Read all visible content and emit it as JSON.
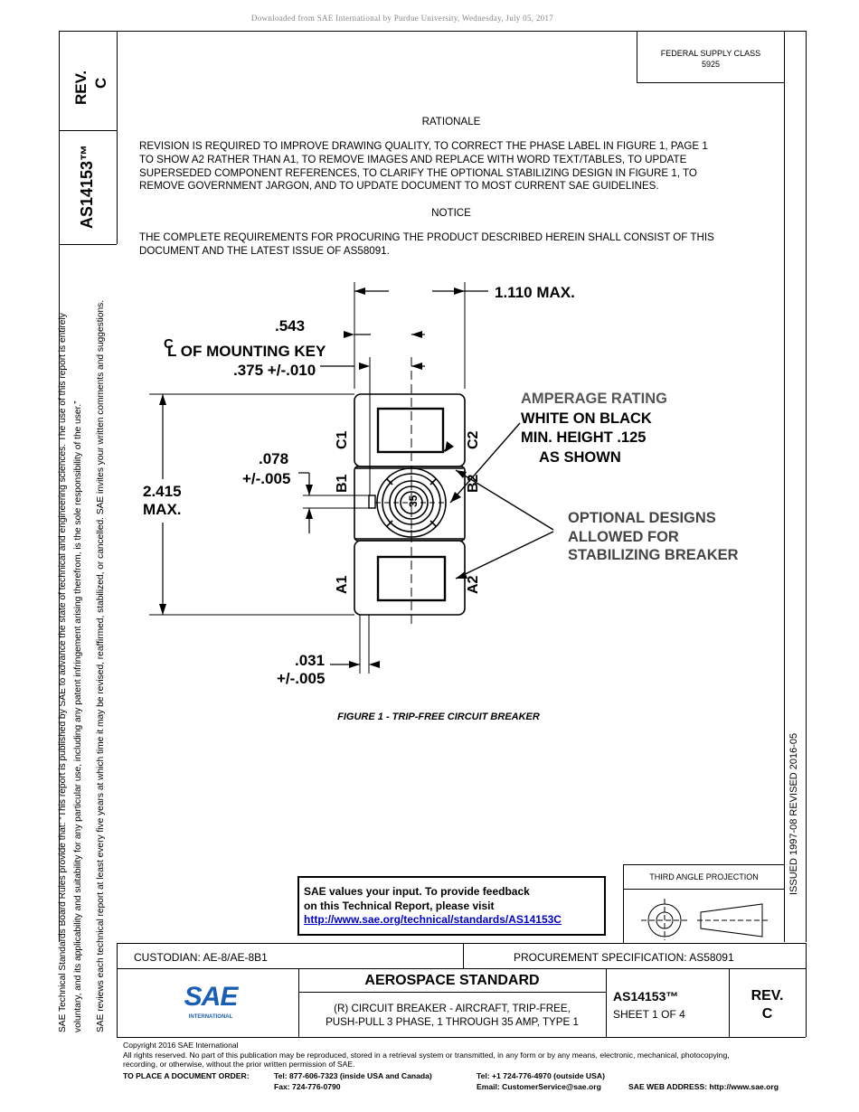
{
  "download_notice": "Downloaded from SAE International by Purdue University, Wednesday, July 05, 2017",
  "header": {
    "federal_supply_class_label": "FEDERAL SUPPLY CLASS",
    "federal_supply_class_value": "5925",
    "rev_label": "REV.",
    "rev_value": "C",
    "doc_number": "AS14153™"
  },
  "side_notes": {
    "line1": "SAE Technical Standards Board Rules provide that: “This report is published by SAE to advance the state of technical and engineering sciences. The use of this report is entirely",
    "line2": "voluntary, and its applicability and suitability for any particular use, including any patent infringement arising therefrom, is the sole responsibility of the user.”",
    "line3": "SAE reviews each technical report at least every five years at which time it may be revised, reaffirmed, stabilized, or cancelled. SAE invites your written comments and suggestions."
  },
  "issued_revised": "ISSUED 1997-08     REVISED 2016-05",
  "rationale": {
    "heading": "RATIONALE",
    "lines": [
      "REVISION IS REQUIRED TO IMPROVE DRAWING QUALITY, TO CORRECT THE PHASE LABEL IN FIGURE 1, PAGE 1",
      "TO SHOW A2 RATHER THAN A1, TO REMOVE IMAGES AND REPLACE WITH WORD TEXT/TABLES, TO UPDATE",
      "SUPERSEDED COMPONENT REFERENCES, TO CLARIFY THE OPTIONAL STABILIZING DESIGN IN FIGURE 1, TO",
      "REMOVE GOVERNMENT JARGON, AND TO UPDATE DOCUMENT TO MOST CURRENT SAE GUIDELINES."
    ]
  },
  "notice": {
    "heading": "NOTICE",
    "lines": [
      "THE COMPLETE REQUIREMENTS FOR PROCURING THE PRODUCT DESCRIBED HEREIN SHALL CONSIST OF THIS",
      "DOCUMENT AND THE LATEST ISSUE OF AS58091."
    ]
  },
  "figure": {
    "caption": "FIGURE 1 - TRIP-FREE CIRCUIT BREAKER",
    "dim_width": "1.110 MAX.",
    "dim_543": ".543",
    "cl_symbol": "C",
    "mounting_key_label": "L OF MOUNTING KEY",
    "mounting_key_dim": ".375 +/-.010",
    "dim_078": ".078",
    "tol_005_a": "+/-.005",
    "dim_height_1": "2.415",
    "dim_height_2": "MAX.",
    "dim_031": ".031",
    "tol_005_b": "+/-.005",
    "amperage_lines": [
      "AMPERAGE RATING",
      "WHITE ON BLACK",
      "MIN. HEIGHT .125",
      "AS SHOWN"
    ],
    "optional_lines": [
      "OPTIONAL DESIGNS",
      "ALLOWED FOR",
      "STABILIZING BREAKER"
    ],
    "phase_labels": {
      "c1": "C1",
      "c2": "C2",
      "b1": "B1",
      "b2": "B2",
      "a1": "A1",
      "a2": "A2"
    },
    "rating_text": "35"
  },
  "feedback": {
    "line1": "SAE values your input. To provide feedback",
    "line2": "on this Technical Report, please visit",
    "link": "http://www.sae.org/technical/standards/AS14153C"
  },
  "projection_label": "THIRD ANGLE PROJECTION",
  "title_block": {
    "custodian": "CUSTODIAN: AE-8/AE-8B1",
    "procurement": "PROCUREMENT SPECIFICATION: AS58091",
    "logo_text": "SAE",
    "logo_sub": "INTERNATIONAL",
    "standard_type": "AEROSPACE STANDARD",
    "title_line1": "(R) CIRCUIT BREAKER - AIRCRAFT, TRIP-FREE,",
    "title_line2": "PUSH-PULL 3 PHASE, 1 THROUGH 35 AMP, TYPE 1",
    "doc_number": "AS14153™",
    "sheet": "SHEET 1 OF 4",
    "rev_label": "REV.",
    "rev_value": "C"
  },
  "footer": {
    "copyright": "Copyright 2016 SAE International",
    "rights_line1": "All rights reserved. No part of this publication may be reproduced, stored in a retrieval system or transmitted, in any form or by any means, electronic, mechanical, photocopying,",
    "rights_line2": "recording, or otherwise, without the prior written permission of SAE.",
    "order_label": "TO PLACE A DOCUMENT ORDER:",
    "tel_usa": "Tel:  877-606-7323 (inside USA and Canada)",
    "fax": "Fax:  724-776-0790",
    "tel_intl": "Tel:  +1 724-776-4970 (outside USA)",
    "email": "Email:  CustomerService@sae.org",
    "web": "SAE WEB ADDRESS:  http://www.sae.org"
  }
}
